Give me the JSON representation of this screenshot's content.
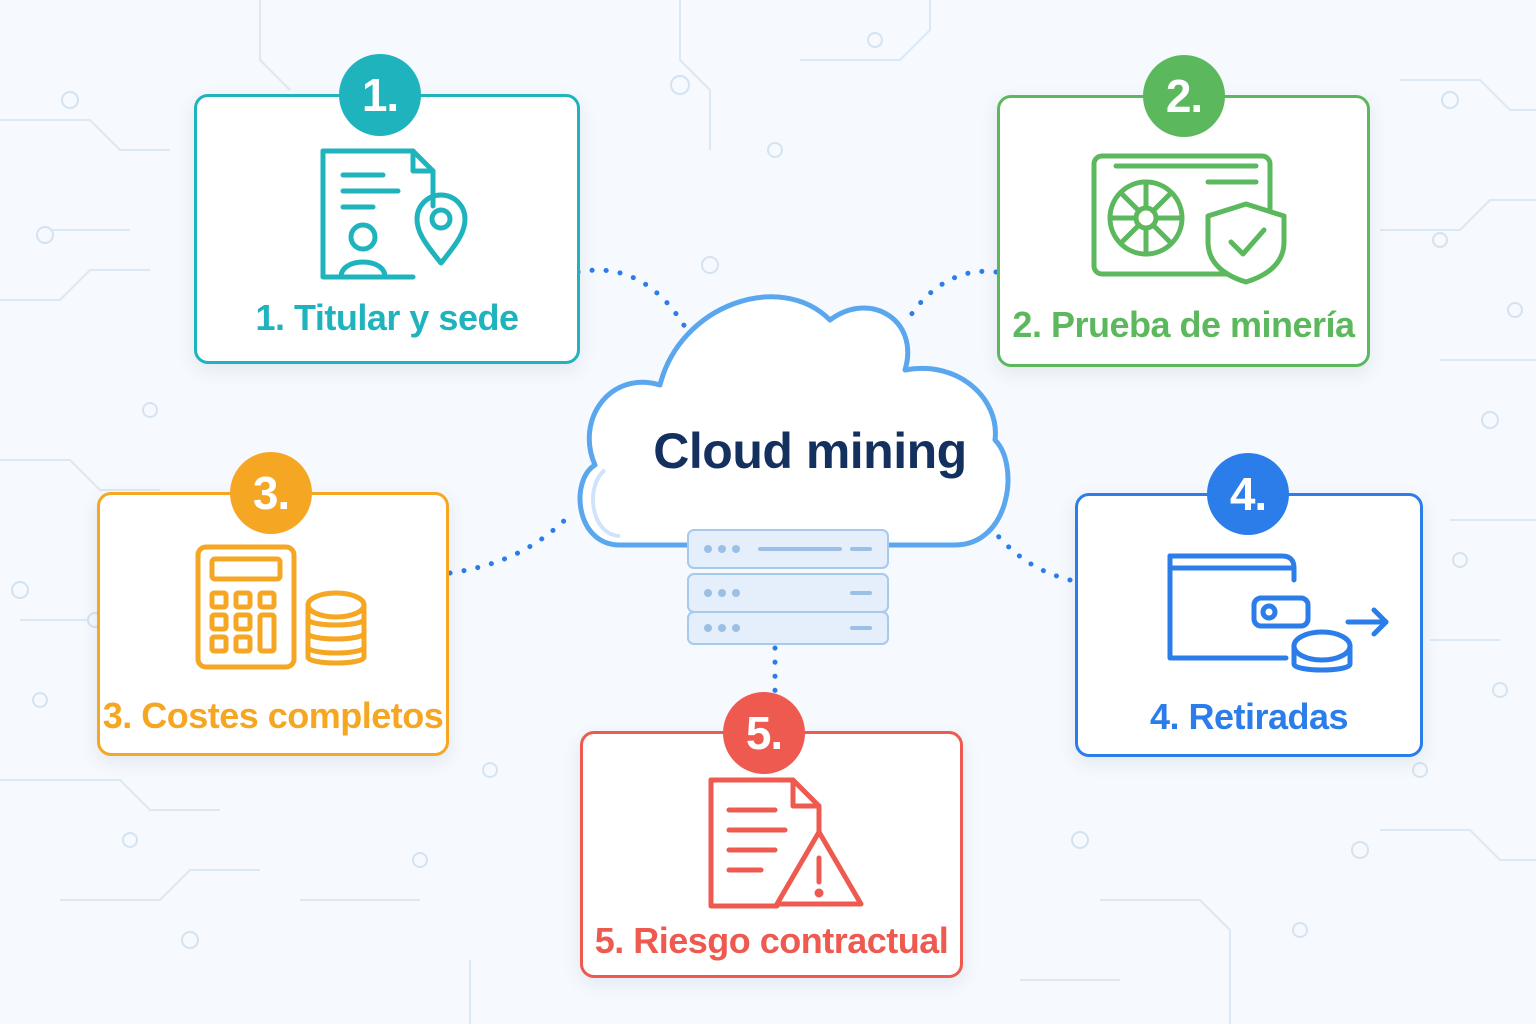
{
  "center": {
    "title": "Cloud mining"
  },
  "steps": [
    {
      "badge": "1.",
      "label": "1. Titular y sede",
      "icon": "document-person-location-icon",
      "color": "#1fb4bd"
    },
    {
      "badge": "2.",
      "label": "2. Prueba de minería",
      "icon": "mining-rig-shield-icon",
      "color": "#5cb85c"
    },
    {
      "badge": "3.",
      "label": "3. Costes completos",
      "icon": "calculator-coins-icon",
      "color": "#f5a623"
    },
    {
      "badge": "4.",
      "label": "4. Retiradas",
      "icon": "wallet-coin-arrow-icon",
      "color": "#2b7de9"
    },
    {
      "badge": "5.",
      "label": "5. Riesgo contractual",
      "icon": "document-warning-icon",
      "color": "#ee5a4f"
    }
  ],
  "colors": {
    "background": "#f6f9fd",
    "cloud_outline": "#5aa7ee",
    "title": "#13305e",
    "connector": "#2b7de9",
    "circuit": "#d6e4f2"
  }
}
